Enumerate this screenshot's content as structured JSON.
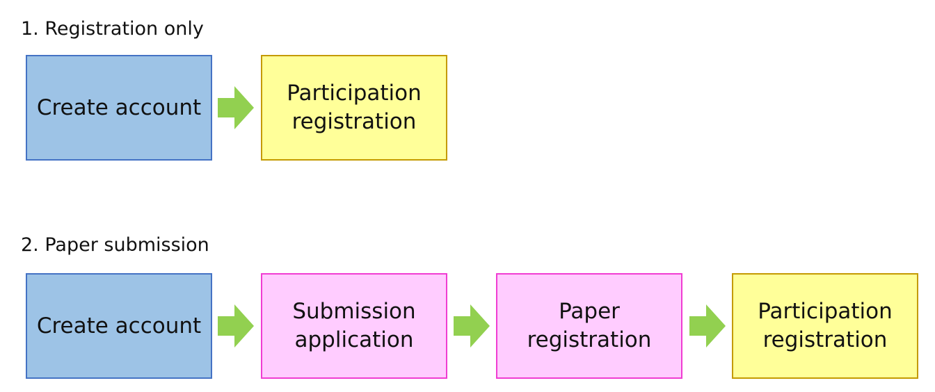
{
  "colors": {
    "account_fill": "#9dc3e6",
    "account_border": "#4472c4",
    "participation_fill": "#ffff99",
    "participation_border": "#c49a00",
    "submission_fill": "#ffccff",
    "submission_border": "#f03cd2",
    "arrow": "#92d050"
  },
  "flow1": {
    "title": "1. Registration only",
    "steps": [
      {
        "label": "Create account"
      },
      {
        "label": "Participation registration"
      }
    ]
  },
  "flow2": {
    "title": "2. Paper submission",
    "steps": [
      {
        "label": "Create account"
      },
      {
        "label": "Submission application"
      },
      {
        "label": "Paper registration"
      },
      {
        "label": "Participation registration"
      }
    ]
  }
}
